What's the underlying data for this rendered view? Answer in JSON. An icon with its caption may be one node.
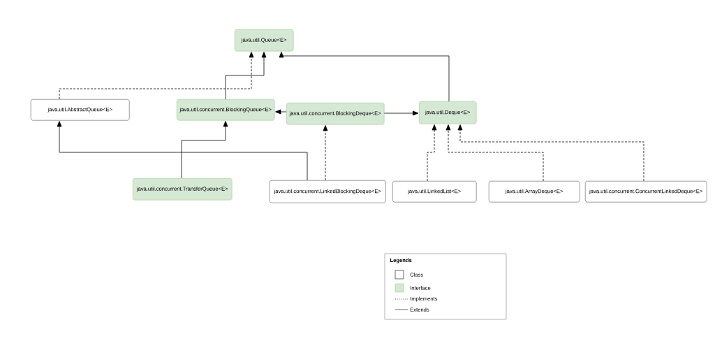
{
  "diagram": {
    "nodes": [
      {
        "text": [
          "java.util.Queue<E>"
        ]
      },
      {
        "text": [
          "java.util.AbstractQueue<E>"
        ]
      },
      {
        "text": [
          "java.util.concurrent.BlockingQueue<E>"
        ]
      },
      {
        "text": [
          "java.util.concurrent.BlockingDeque<E>"
        ]
      },
      {
        "text": [
          "java.util.Deque<E>"
        ]
      },
      {
        "text": [
          "java.util.concurrent.TransferQueue<E>"
        ]
      },
      {
        "text": [
          "java.util.concurrent.LinkedBlockingDeque<E>"
        ]
      },
      {
        "text": [
          "java.util.LinkedList<E>"
        ]
      },
      {
        "text": [
          "java.util.ArrayDeque<E>"
        ]
      },
      {
        "text": [
          "java.util.concurrent.ConcurrentLinkedDeque<E>"
        ]
      }
    ],
    "edges": [
      {
        "from": 1,
        "to": 0,
        "arrow": "to",
        "style": "dashed"
      },
      {
        "from": 2,
        "to": 0,
        "arrow": "to"
      },
      {
        "from": 4,
        "to": 0,
        "arrow": "to"
      },
      {
        "from": 3,
        "to": 2,
        "arrow": "to"
      },
      {
        "from": 3,
        "to": 4,
        "arrow": "to"
      },
      {
        "from": 5,
        "to": 2,
        "arrow": "to"
      },
      {
        "from": 6,
        "to": 1,
        "arrow": "to"
      },
      {
        "from": 6,
        "to": 3,
        "arrow": "to",
        "style": "dashed"
      },
      {
        "from": 7,
        "to": 4,
        "arrow": "to",
        "style": "dashed"
      },
      {
        "from": 8,
        "to": 4,
        "arrow": "to",
        "style": "dashed"
      },
      {
        "from": 9,
        "to": 4,
        "arrow": "to",
        "style": "dashed"
      }
    ],
    "labels": [
      "Legends"
    ],
    "legend": [
      {
        "text": "Class"
      },
      {
        "text": "Interface",
        "color": "#d5e8d4"
      },
      {
        "text": "Implements"
      },
      {
        "text": "Extends"
      }
    ]
  }
}
